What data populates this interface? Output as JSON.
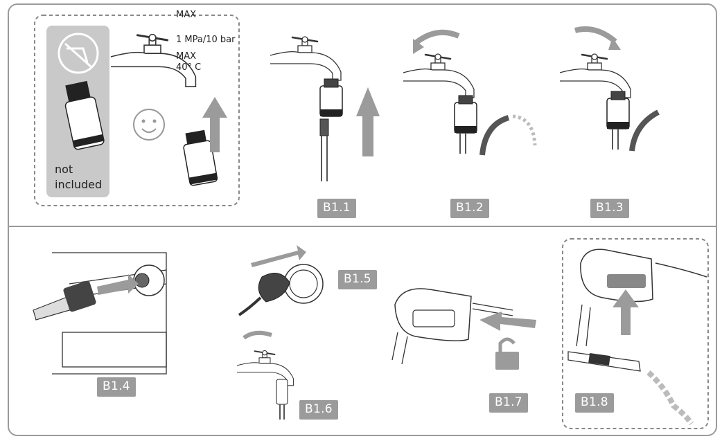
{
  "spec": {
    "pressure_max_label": "MAX",
    "pressure_value": "1 MPa/10 bar",
    "temp_max_label": "MAX",
    "temp_value": "40° C",
    "not_included_line1": "not",
    "not_included_line2": "included"
  },
  "steps": [
    "B1.1",
    "B1.2",
    "B1.3",
    "B1.4",
    "B1.5",
    "B1.6",
    "B1.7",
    "B1.8"
  ],
  "icons": [
    "no-tap-icon",
    "smiley-icon",
    "arrow-up-icon",
    "rotate-arrow-icon",
    "unlock-icon",
    "plug-icon"
  ],
  "colors": {
    "label_bg": "#9b9b9b",
    "arrow": "#9b9b9b",
    "line": "#333333",
    "panel": "#c9c9c9"
  }
}
